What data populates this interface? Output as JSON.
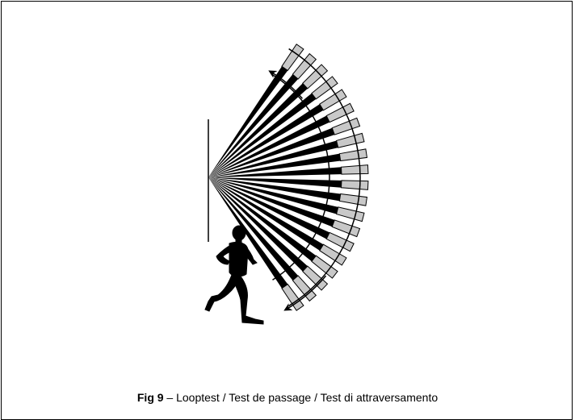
{
  "caption": {
    "label": "Fig 9",
    "text": " – Looptest / Test de passage / Test di attraversamento"
  },
  "diagram": {
    "beam_count": 20,
    "colors": {
      "beam": "#000000",
      "segment_fill": "#c8c8c8",
      "stroke": "#000000",
      "background": "#ffffff"
    }
  }
}
